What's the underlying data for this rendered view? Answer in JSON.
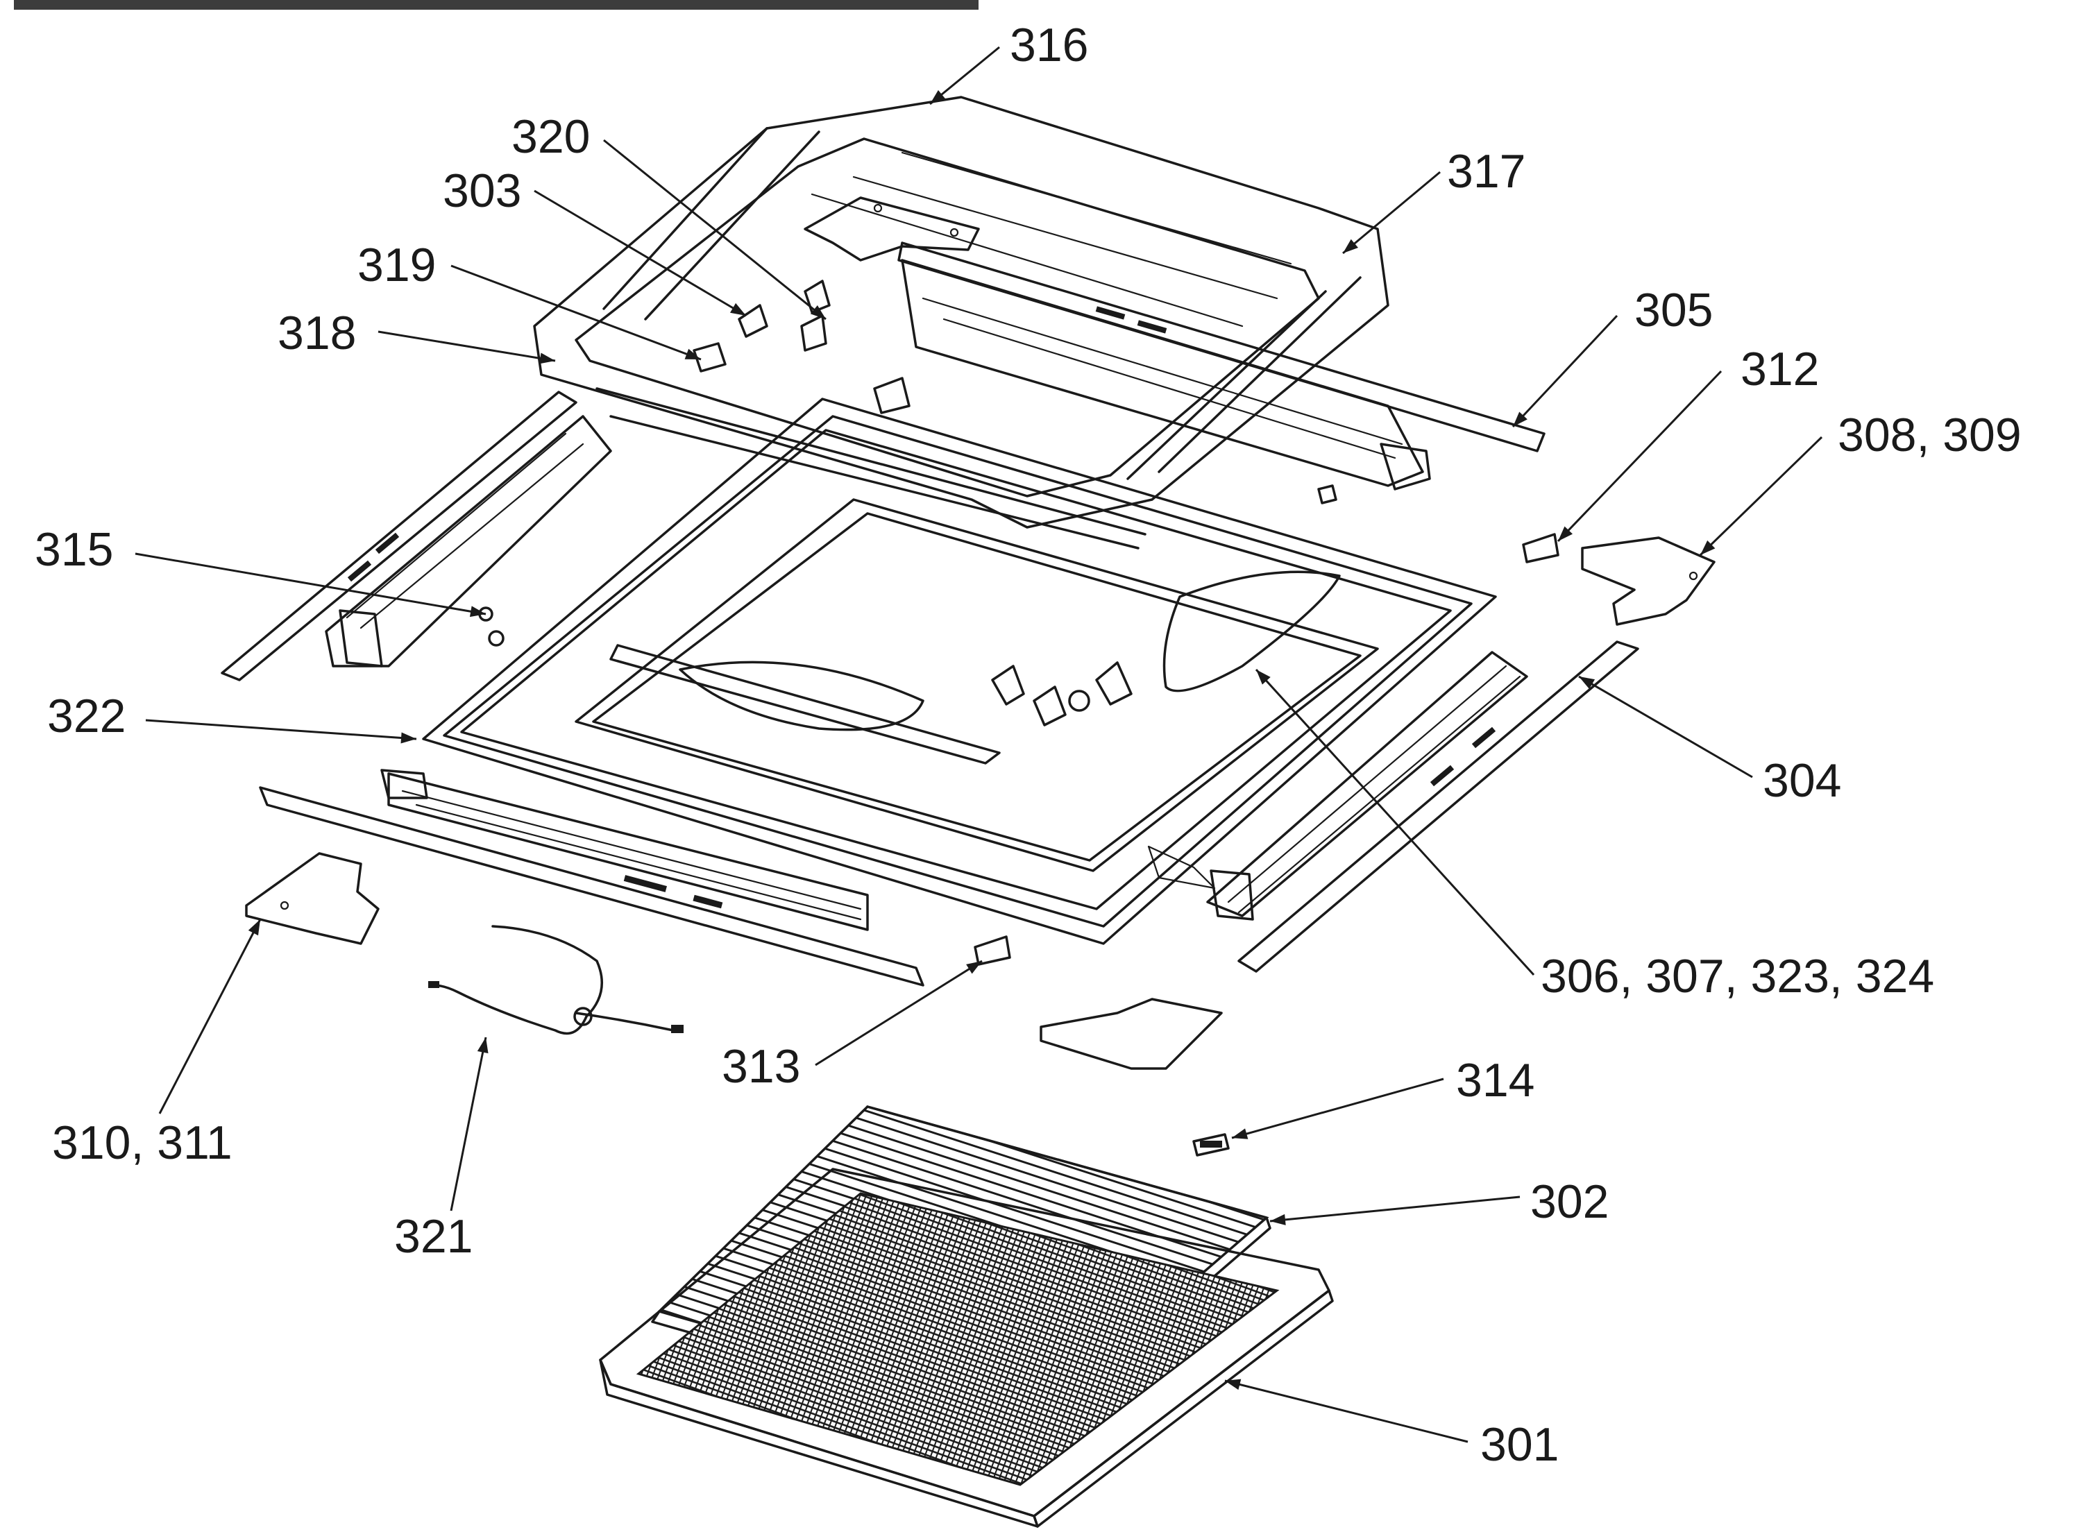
{
  "header": {
    "text": ""
  },
  "callouts": [
    {
      "id": "c316",
      "label": "316"
    },
    {
      "id": "c317",
      "label": "317"
    },
    {
      "id": "c320",
      "label": "320"
    },
    {
      "id": "c303",
      "label": "303"
    },
    {
      "id": "c319",
      "label": "319"
    },
    {
      "id": "c318",
      "label": "318"
    },
    {
      "id": "c305",
      "label": "305"
    },
    {
      "id": "c312",
      "label": "312"
    },
    {
      "id": "c308",
      "label": "308, 309"
    },
    {
      "id": "c315",
      "label": "315"
    },
    {
      "id": "c322",
      "label": "322"
    },
    {
      "id": "c304",
      "label": "304"
    },
    {
      "id": "c306",
      "label": "306, 307, 323, 324"
    },
    {
      "id": "c313",
      "label": "313"
    },
    {
      "id": "c314",
      "label": "314"
    },
    {
      "id": "c310",
      "label": "310, 311"
    },
    {
      "id": "c302",
      "label": "302"
    },
    {
      "id": "c321",
      "label": "321"
    },
    {
      "id": "c301",
      "label": "301"
    }
  ]
}
